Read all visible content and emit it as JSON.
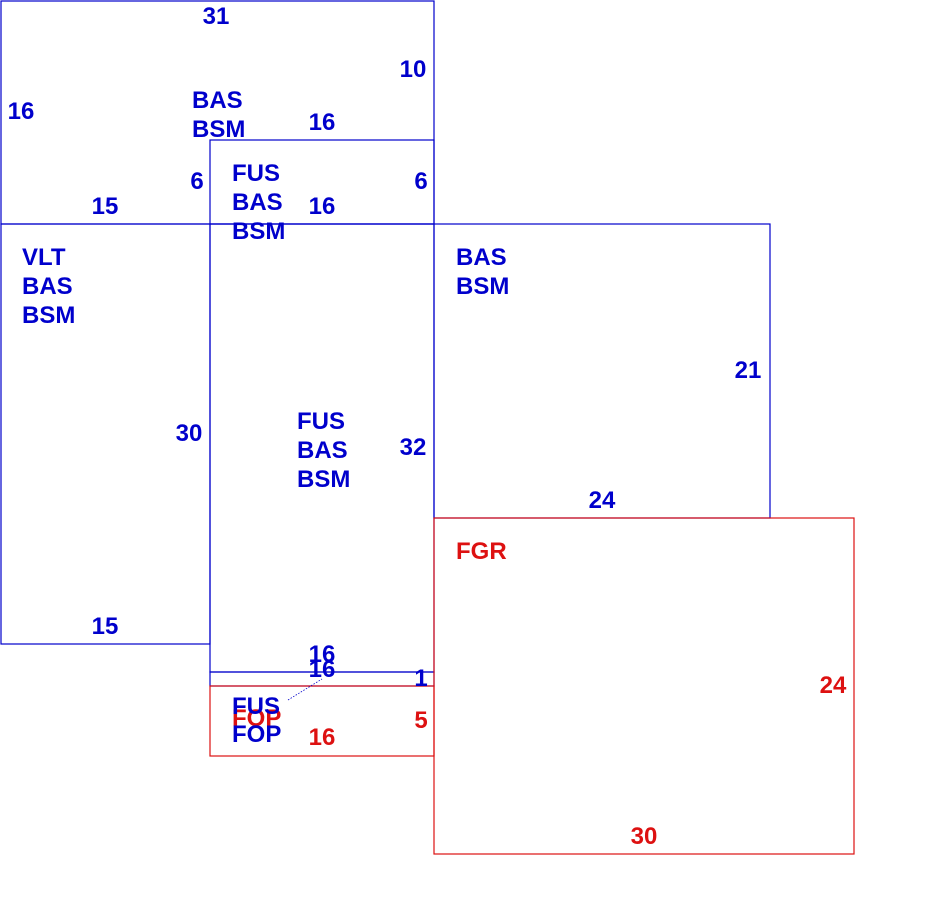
{
  "colors": {
    "blue": "#0000cc",
    "red": "#dd1111"
  },
  "regions": [
    {
      "id": "r1",
      "color": "blue",
      "codes": [
        "BAS",
        "BSM"
      ],
      "dims": [
        "31",
        "10",
        "16",
        "16",
        "6",
        "6",
        "15"
      ]
    },
    {
      "id": "r2",
      "color": "blue",
      "codes": [
        "FUS",
        "BAS",
        "BSM"
      ],
      "dims": [
        "16"
      ]
    },
    {
      "id": "r3",
      "color": "blue",
      "codes": [
        "VLT",
        "BAS",
        "BSM"
      ],
      "dims": [
        "30",
        "15"
      ]
    },
    {
      "id": "r4",
      "color": "blue",
      "codes": [
        "FUS",
        "BAS",
        "BSM"
      ],
      "dims": [
        "32",
        "16"
      ]
    },
    {
      "id": "r5",
      "color": "blue",
      "codes": [
        "BAS",
        "BSM"
      ],
      "dims": [
        "21",
        "24"
      ]
    },
    {
      "id": "r6",
      "color": "blue",
      "codes": [
        "FUS",
        "FOP"
      ],
      "dims": [
        "16",
        "1"
      ]
    },
    {
      "id": "r7",
      "color": "red",
      "codes": [
        "FOP"
      ],
      "dims": [
        "16",
        "5"
      ]
    },
    {
      "id": "r8",
      "color": "red",
      "codes": [
        "FGR"
      ],
      "dims": [
        "24",
        "30"
      ]
    }
  ]
}
